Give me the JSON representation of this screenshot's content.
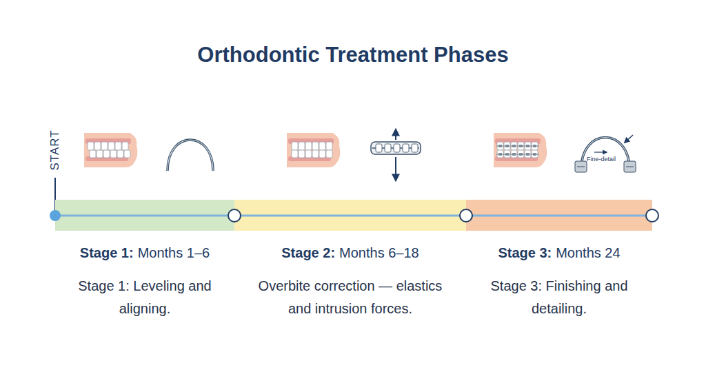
{
  "diagram": {
    "title": "Orthodontic Treatment Phases",
    "nodes": [
      {
        "text": [
          "Stage 1:",
          "Months 1–6",
          "Stage 1: Leveling and aligning."
        ]
      },
      {
        "text": [
          "Stage 2:",
          "Months 6–18",
          "Overbite correction — elastics and intrusion forces."
        ]
      },
      {
        "text": [
          "Stage 3:",
          "Months 24",
          "Stage 3: Finishing and detailing."
        ]
      }
    ],
    "labels": [
      "START",
      "Fine-detail"
    ]
  }
}
